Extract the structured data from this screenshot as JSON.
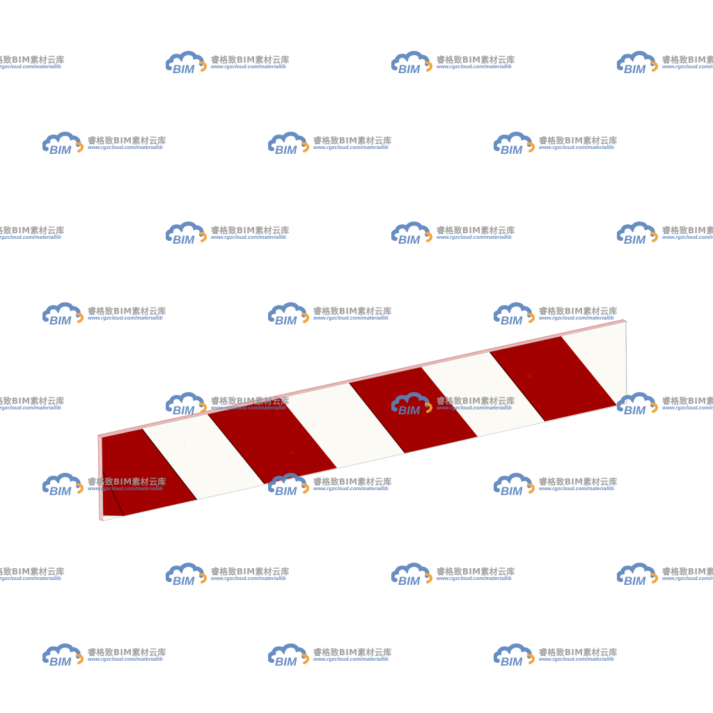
{
  "watermark": {
    "logo_text": "BIM",
    "title": "睿格致BIM素材云库",
    "url": "www.rgzcloud.com/materiallib",
    "cloud_color": "#5b84bd",
    "accent_color": "#f0a030",
    "text_color": "#9a9a9a"
  },
  "barrier": {
    "stripe_red": "#a30000",
    "stripe_white": "#fbfaf5",
    "edge_color": "#d98a8a"
  }
}
